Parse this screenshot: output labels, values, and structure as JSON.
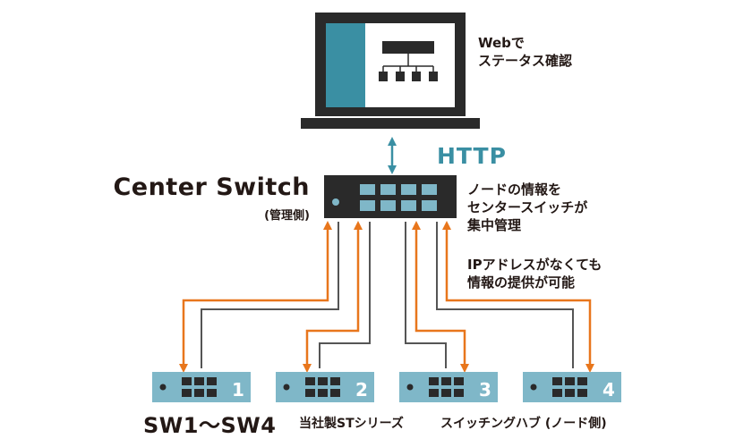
{
  "pc": {
    "caption_line1": "Webで",
    "caption_line2": "ステータス確認"
  },
  "link": {
    "protocol": "HTTP"
  },
  "center_switch": {
    "name": "Center Switch",
    "role": "(管理側)",
    "note_line1": "ノードの情報を",
    "note_line2": "センタースイッチが",
    "note_line3": "集中管理",
    "note2_line1": "IPアドレスがなくても",
    "note2_line2": "情報の提供が可能"
  },
  "node_switches": {
    "label": "SW1〜SW4",
    "sublabel_1": "当社製STシリーズ",
    "sublabel_2": "スイッチングハブ (ノード側)",
    "numbers": [
      "1",
      "2",
      "3",
      "4"
    ]
  },
  "colors": {
    "teal": "#3a8fa3",
    "light_teal": "#7fb7c8",
    "dark": "#2a2a2a",
    "orange": "#e8761c",
    "gray_line": "#555555"
  }
}
